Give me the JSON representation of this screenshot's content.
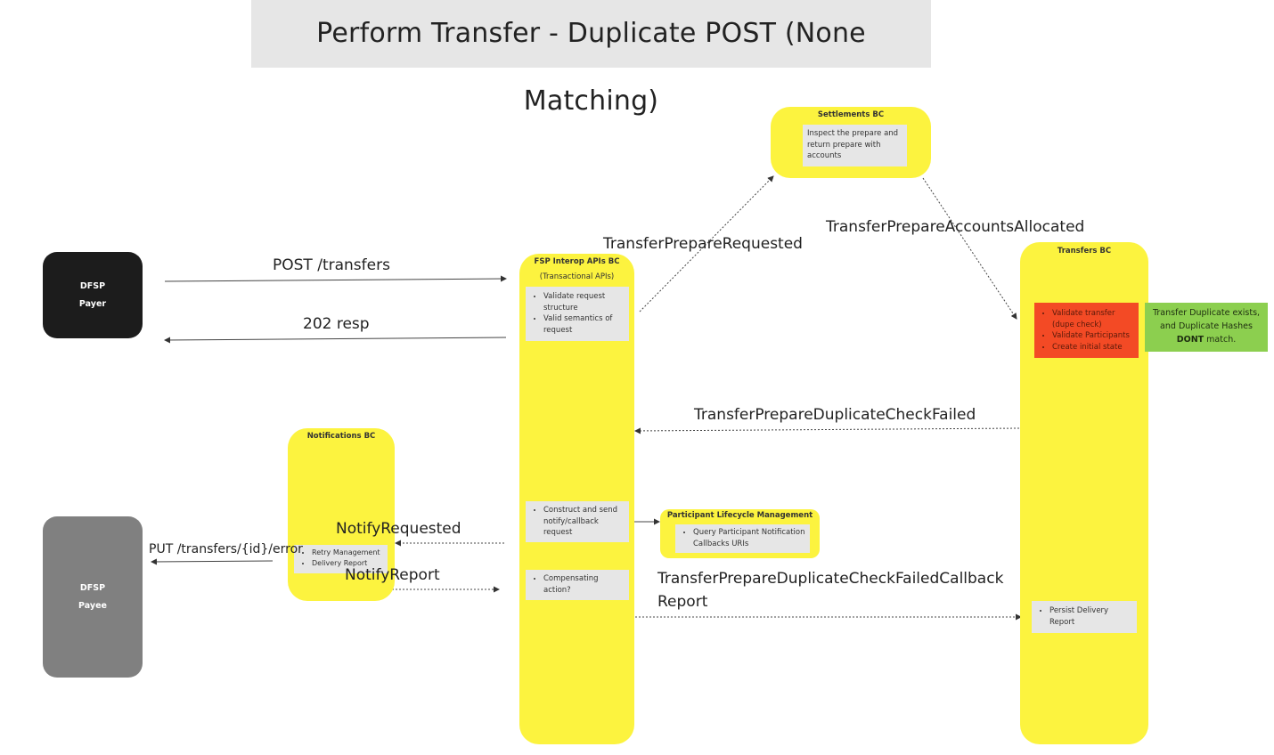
{
  "title": "Perform Transfer - Duplicate POST (None Matching)",
  "payer": {
    "line1": "DFSP",
    "line2": "Payer"
  },
  "payee": {
    "line1": "DFSP",
    "line2": "Payee"
  },
  "settlements": {
    "title": "Settlements BC",
    "box": "Inspect the prepare and return prepare with accounts"
  },
  "fsp": {
    "title": "FSP Interop APIs BC",
    "subtitle": "(Transactional APIs)",
    "box1": [
      "Validate request structure",
      "Valid semantics of request"
    ],
    "box2": [
      "Construct and send notify/callback request"
    ],
    "box3": [
      "Compensating action?"
    ]
  },
  "transfers": {
    "title": "Transfers BC",
    "red_box": [
      "Validate transfer (dupe check)",
      "Validate Participants",
      "Create initial state"
    ],
    "persist_box": [
      "Persist Delivery Report"
    ]
  },
  "green_note": {
    "text1": "Transfer Duplicate exists, and Duplicate Hashes",
    "bold": "DONT",
    "text2": " match."
  },
  "notifications": {
    "title": "Notifications BC",
    "box": [
      "Retry Management",
      "Delivery Report"
    ]
  },
  "plm": {
    "title": "Participant Lifecycle Management",
    "box": [
      "Query Participant Notification Callbacks URIs"
    ]
  },
  "labels": {
    "post_transfers": "POST /transfers",
    "resp_202": "202 resp",
    "put_error": "PUT /transfers/{id}/error",
    "notify_requested": "NotifyRequested",
    "notify_report": "NotifyReport",
    "prepare_requested": "TransferPrepareRequested",
    "accounts_allocated": "TransferPrepareAccountsAllocated",
    "dup_check_failed": "TransferPrepareDuplicateCheckFailed",
    "dup_check_failed_callback": "TransferPrepareDuplicateCheckFailedCallback",
    "report": "Report"
  },
  "colors": {
    "yellow": "#fcf33f",
    "red": "#f34a25",
    "green": "#8ccf4f",
    "payer": "#1c1c1c",
    "payee": "#808080",
    "title_bg": "#e6e6e6"
  }
}
